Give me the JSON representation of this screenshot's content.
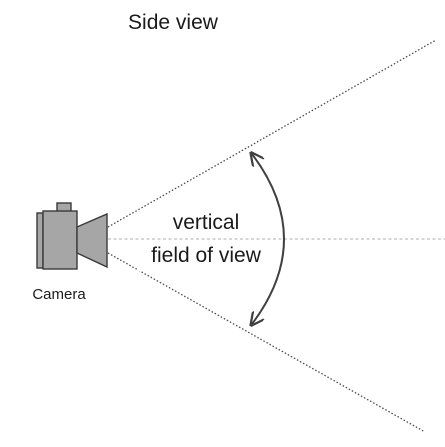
{
  "diagram": {
    "title": "Side view",
    "fov_label_line1": "vertical",
    "fov_label_line2": "field of view",
    "camera_label": "Camera"
  },
  "colors": {
    "background": "#ffffff",
    "camera_fill": "#a6a6a6",
    "camera_stroke": "#3a3a3a",
    "ray_line": "#4a4a4a",
    "center_line": "#bfbfbf",
    "arc": "#404040",
    "text": "#1a1a1a"
  }
}
